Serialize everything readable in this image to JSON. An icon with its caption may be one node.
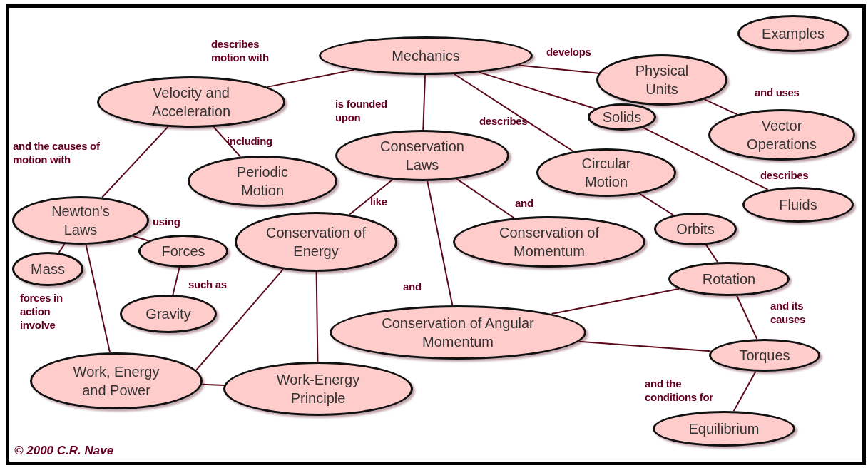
{
  "diagram": {
    "nodes": [
      {
        "text": [
          "Mechanics"
        ]
      },
      {
        "text": [
          "Examples"
        ]
      },
      {
        "text": [
          "Physical Units"
        ]
      },
      {
        "text": [
          "Velocity and Acceleration"
        ]
      },
      {
        "text": [
          "Solids"
        ]
      },
      {
        "text": [
          "Vector Operations"
        ]
      },
      {
        "text": [
          "Conservation Laws"
        ]
      },
      {
        "text": [
          "Circular Motion"
        ]
      },
      {
        "text": [
          "Periodic Motion"
        ]
      },
      {
        "text": [
          "Fluids"
        ]
      },
      {
        "text": [
          "Newton's Laws"
        ]
      },
      {
        "text": [
          "Conservation of Energy"
        ]
      },
      {
        "text": [
          "Conservation of Momentum"
        ]
      },
      {
        "text": [
          "Orbits"
        ]
      },
      {
        "text": [
          "Forces"
        ]
      },
      {
        "text": [
          "Mass"
        ]
      },
      {
        "text": [
          "Rotation"
        ]
      },
      {
        "text": [
          "Gravity"
        ]
      },
      {
        "text": [
          "Conservation of Angular Momentum"
        ]
      },
      {
        "text": [
          "Torques"
        ]
      },
      {
        "text": [
          "Work, Energy and Power"
        ]
      },
      {
        "text": [
          "Work-Energy Principle"
        ]
      },
      {
        "text": [
          "Equilibrium"
        ]
      }
    ],
    "edges": [
      {
        "from": 0,
        "to": 3,
        "arrow": "none",
        "label": "describes motion with"
      },
      {
        "from": 0,
        "to": 2,
        "arrow": "none",
        "label": "develops"
      },
      {
        "from": 0,
        "to": 6,
        "arrow": "none",
        "label": "is founded upon"
      },
      {
        "from": 0,
        "to": 7,
        "arrow": "none",
        "label": "describes"
      },
      {
        "from": 0,
        "to": 4,
        "arrow": "none"
      },
      {
        "from": 2,
        "to": 5,
        "arrow": "none",
        "label": "and uses"
      },
      {
        "from": 4,
        "to": 9,
        "arrow": "none",
        "label": "describes"
      },
      {
        "from": 3,
        "to": 10,
        "arrow": "none",
        "label": "and the causes of motion with"
      },
      {
        "from": 3,
        "to": 8,
        "arrow": "none",
        "label": "including"
      },
      {
        "from": 6,
        "to": 11,
        "arrow": "none",
        "label": "like"
      },
      {
        "from": 6,
        "to": 12,
        "arrow": "none",
        "label": "and"
      },
      {
        "from": 6,
        "to": 18,
        "arrow": "none",
        "label": "and"
      },
      {
        "from": 7,
        "to": 13,
        "arrow": "none"
      },
      {
        "from": 13,
        "to": 16,
        "arrow": "none"
      },
      {
        "from": 16,
        "to": 18,
        "arrow": "none"
      },
      {
        "from": 16,
        "to": 19,
        "arrow": "none",
        "label": "and its causes"
      },
      {
        "from": 18,
        "to": 19,
        "arrow": "none"
      },
      {
        "from": 19,
        "to": 22,
        "arrow": "none",
        "label": "and the conditions for"
      },
      {
        "from": 10,
        "to": 14,
        "arrow": "none",
        "label": "using"
      },
      {
        "from": 10,
        "to": 15,
        "arrow": "none"
      },
      {
        "from": 10,
        "to": 20,
        "arrow": "none",
        "label": "forces in action involve"
      },
      {
        "from": 14,
        "to": 17,
        "arrow": "none",
        "label": "such as"
      },
      {
        "from": 11,
        "to": 20,
        "arrow": "none"
      },
      {
        "from": 11,
        "to": 21,
        "arrow": "none"
      },
      {
        "from": 20,
        "to": 21,
        "arrow": "none"
      }
    ],
    "labels": [
      "© 2000 C.R. Nave"
    ]
  }
}
